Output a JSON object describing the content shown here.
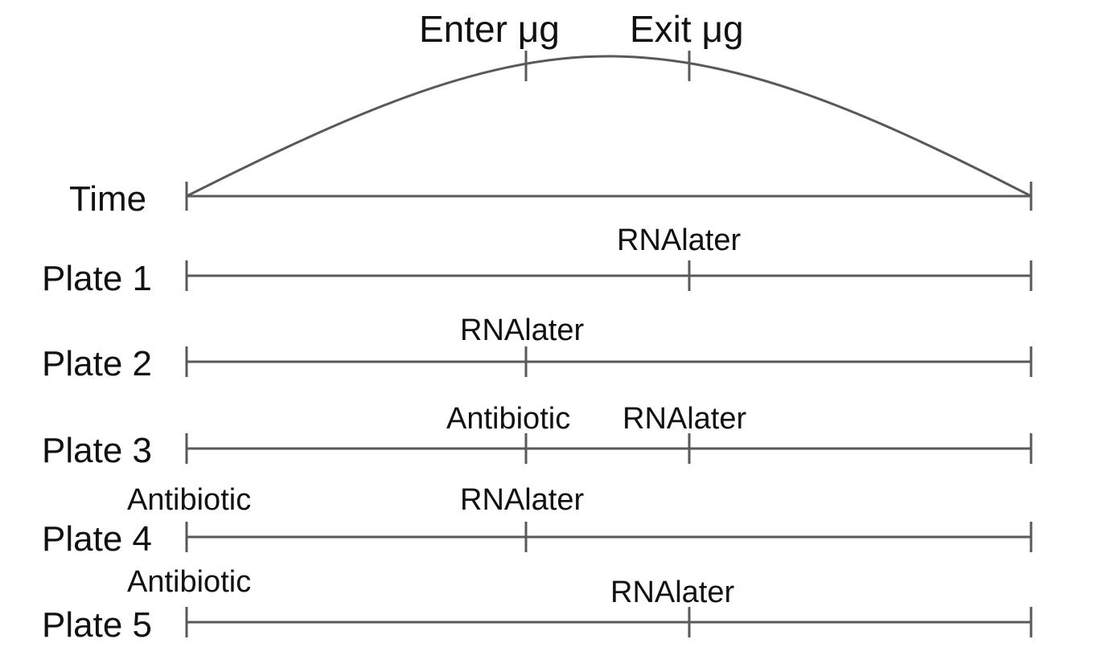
{
  "time": {
    "label": "Time",
    "markers": [
      {
        "text": "Enter μg"
      },
      {
        "text": "Exit μg"
      }
    ]
  },
  "plates": [
    {
      "label": "Plate 1",
      "annotations": [
        {
          "text": "RNAlater"
        }
      ]
    },
    {
      "label": "Plate 2",
      "annotations": [
        {
          "text": "RNAlater"
        }
      ]
    },
    {
      "label": "Plate 3",
      "annotations": [
        {
          "text": "Antibiotic"
        },
        {
          "text": "RNAlater"
        }
      ]
    },
    {
      "label": "Plate 4",
      "annotations": [
        {
          "text": "Antibiotic"
        },
        {
          "text": "RNAlater"
        }
      ]
    },
    {
      "label": "Plate 5",
      "annotations": [
        {
          "text": "Antibiotic"
        },
        {
          "text": "RNAlater"
        }
      ]
    }
  ],
  "colors": {
    "line": "#595959",
    "text": "#111111"
  }
}
